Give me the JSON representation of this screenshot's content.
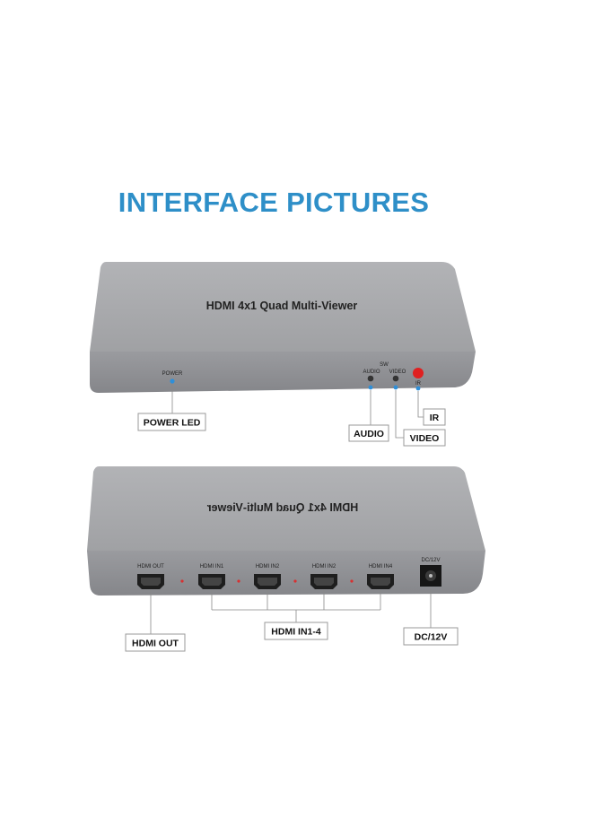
{
  "title": "INTERFACE PICTURES",
  "colors": {
    "title": "#2e8fc8",
    "device_top": "#a7a8ab",
    "device_face": "#8e8f93",
    "label_border": "#9a9a9a",
    "led_blue": "#2f8fd8",
    "ir_red": "#e02020"
  },
  "front_panel": {
    "device_name": "HDMI 4x1 Quad Multi-Viewer",
    "power_text": "POWER",
    "sw_text": "SW",
    "audio_text": "AUDIO",
    "video_text": "VIDEO",
    "ir_text": "IR",
    "callouts": {
      "power_led": "POWER LED",
      "audio": "AUDIO",
      "video": "VIDEO",
      "ir": "IR"
    }
  },
  "rear_panel": {
    "device_name_mirrored": "HDMI 4x1 Quad Multi-Viewer",
    "port_labels": [
      "HDMI OUT",
      "HDMI IN1",
      "HDMI IN2",
      "HDMI IN2",
      "HDMI IN4"
    ],
    "dc_text": "DC/12V",
    "callouts": {
      "hdmi_out": "HDMI OUT",
      "hdmi_in": "HDMI IN1-4",
      "dc": "DC/12V"
    }
  }
}
